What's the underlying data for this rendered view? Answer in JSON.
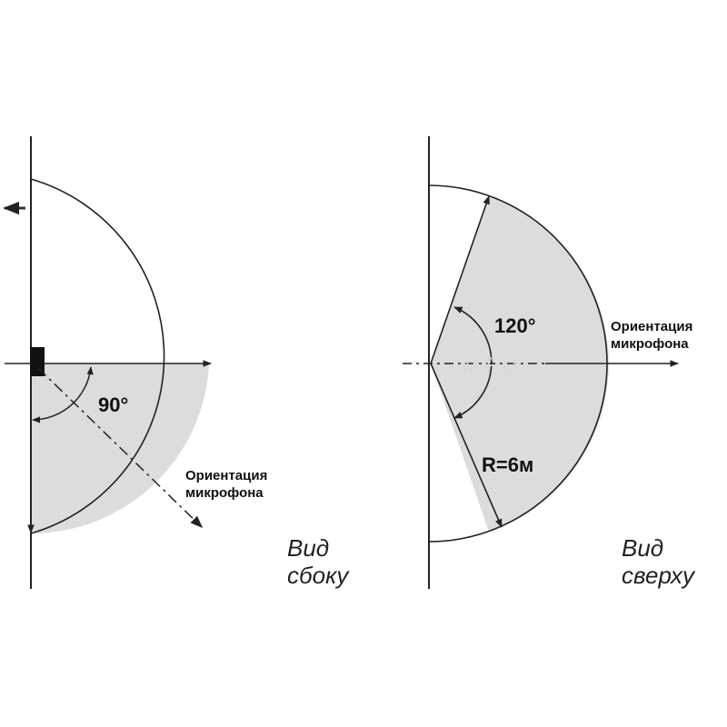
{
  "side_view": {
    "angle_label": "90°",
    "orientation_line1": "Ориентация",
    "orientation_line2": "микрофона",
    "caption_line1": "Вид",
    "caption_line2": "сбоку"
  },
  "top_view": {
    "angle_label": "120°",
    "radius_label": "R=6м",
    "orientation_line1": "Ориентация",
    "orientation_line2": "микрофона",
    "caption_line1": "Вид",
    "caption_line2": "сверху"
  },
  "watermark": "M.RU",
  "colors": {
    "fill": "#dcdcdc",
    "stroke": "#222222",
    "background": "#ffffff"
  }
}
